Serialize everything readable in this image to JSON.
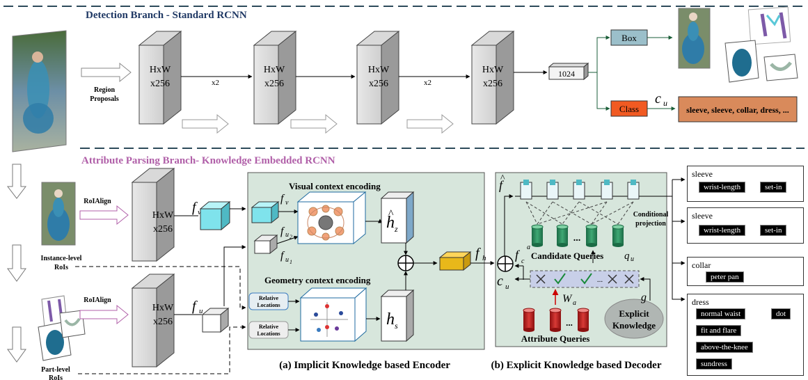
{
  "detection": {
    "title": "Detection Branch - Standard RCNN",
    "region_proposals": [
      "Region",
      "Proposals"
    ],
    "block_size": "HxW",
    "block_channels": "x256",
    "x2": "x2",
    "fc": "1024",
    "box": "Box",
    "class": "Class",
    "class_symbol": "c",
    "class_sub": "u",
    "class_output": "sleeve, sleeve, collar, dress, ..."
  },
  "attribute": {
    "title": "Attribute Parsing Branch- Knowledge Embedded RCNN",
    "roialign": "RoIAlign",
    "instance_rois": [
      "Instance-level",
      "RoIs"
    ],
    "part_rois": [
      "Part-level",
      "RoIs"
    ],
    "f": "f",
    "v": "v",
    "u": "u",
    "u1": "u",
    "u1_sub": "1",
    "u2_sub": "2"
  },
  "encoder": {
    "visual_title": "Visual context encoding",
    "geometry_title": "Geometry context encoding",
    "relative_locations": [
      "Relative",
      "Locations"
    ],
    "h": "h",
    "hz_sub": "z",
    "hs_sub": "s",
    "fh_sub": "h",
    "caption": "(a) Implicit Knowledge based Encoder"
  },
  "decoder": {
    "candidate_queries": "Candidate Queries",
    "q": "q",
    "attribute_queries": "Attribute Queries",
    "explicit_knowledge": [
      "Explicit",
      "Knowledge"
    ],
    "g": "g",
    "w": "W",
    "w_sub": "a",
    "fca_super": "a",
    "fca_sub": "c",
    "dots": "...",
    "cond_projection": [
      "Conditional",
      "projection"
    ],
    "caption": "(b) Explicit Knowledge based Decoder"
  },
  "outputs": [
    {
      "category": "sleeve",
      "tags": [
        "wrist-length",
        "set-in"
      ]
    },
    {
      "category": "sleeve",
      "tags": [
        "wrist-length",
        "set-in"
      ]
    },
    {
      "category": "collar",
      "tags": [
        "peter pan"
      ]
    },
    {
      "category": "dress",
      "tags": [
        "normal waist",
        "dot",
        "fit and flare",
        "above-the-knee",
        "sundress"
      ]
    }
  ],
  "colors": {
    "title_blue": "#1f3864",
    "title_purple": "#b05fa8",
    "panel_green": "#d7e6dc",
    "box_blue": "#9bbfca",
    "class_orange": "#f15a22",
    "output_bar": "#d98a5b",
    "cyan": "#7fe3ec",
    "gold": "#e8b81a",
    "cyl_green": "#2e8b57",
    "cyl_red": "#c0201e"
  }
}
